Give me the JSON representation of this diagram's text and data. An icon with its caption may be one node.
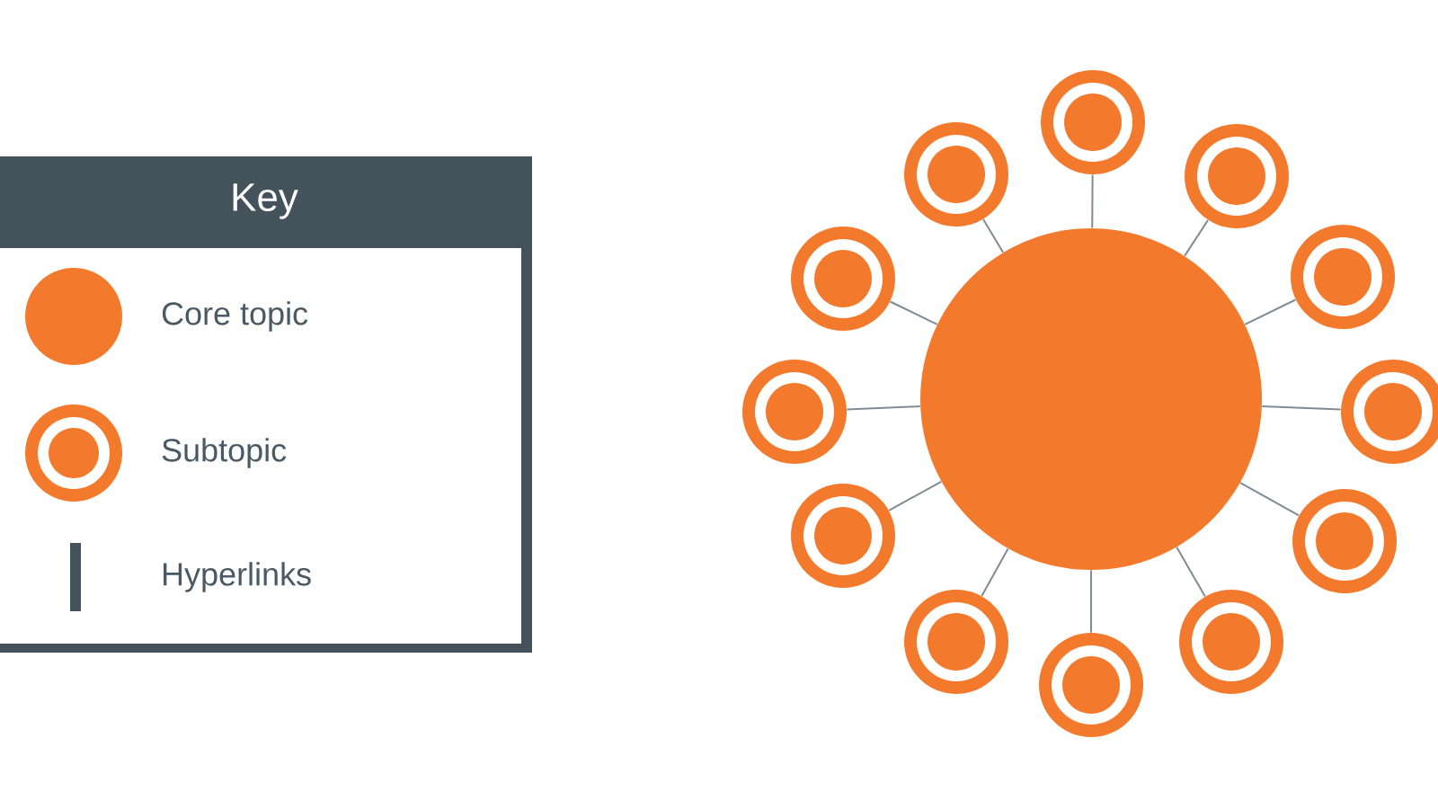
{
  "diagram": {
    "nodes": [
      {
        "text": [],
        "shape": "circle"
      },
      {
        "text": [],
        "shape": "circle"
      },
      {
        "text": [],
        "shape": "circle"
      },
      {
        "text": [],
        "shape": "circle"
      },
      {
        "text": [],
        "shape": "circle"
      },
      {
        "text": [],
        "shape": "circle"
      },
      {
        "text": [],
        "shape": "circle"
      },
      {
        "text": [],
        "shape": "circle"
      },
      {
        "text": [],
        "shape": "circle"
      },
      {
        "text": [],
        "shape": "circle"
      },
      {
        "text": [],
        "shape": "circle"
      },
      {
        "text": [],
        "shape": "circle"
      },
      {
        "text": [],
        "shape": "circle"
      }
    ],
    "edges": [
      {
        "from": 0,
        "to": 1,
        "arrow": "none"
      },
      {
        "from": 0,
        "to": 2,
        "arrow": "none"
      },
      {
        "from": 0,
        "to": 3,
        "arrow": "none"
      },
      {
        "from": 0,
        "to": 4,
        "arrow": "none"
      },
      {
        "from": 0,
        "to": 5,
        "arrow": "none"
      },
      {
        "from": 0,
        "to": 6,
        "arrow": "none"
      },
      {
        "from": 0,
        "to": 7,
        "arrow": "none"
      },
      {
        "from": 0,
        "to": 8,
        "arrow": "none"
      },
      {
        "from": 0,
        "to": 9,
        "arrow": "none"
      },
      {
        "from": 0,
        "to": 10,
        "arrow": "none"
      },
      {
        "from": 0,
        "to": 11,
        "arrow": "none"
      },
      {
        "from": 0,
        "to": 12,
        "arrow": "none"
      }
    ],
    "labels": [
      "Key"
    ],
    "legend": [
      {
        "text": "Core topic"
      },
      {
        "text": "Subtopic"
      },
      {
        "text": "Hyperlinks"
      }
    ]
  }
}
